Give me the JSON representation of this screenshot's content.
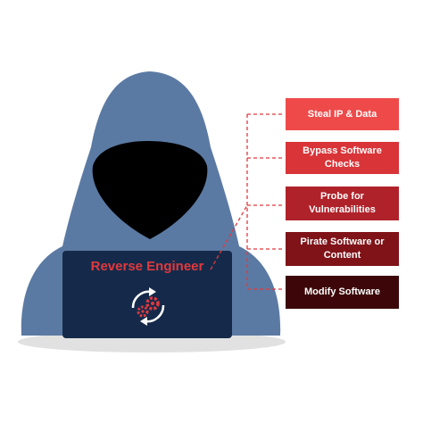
{
  "laptop": {
    "title": "Reverse Engineer",
    "icon": "gears-cycle-icon"
  },
  "actions": [
    {
      "label": "Steal IP & Data",
      "color": "#ef4a4a"
    },
    {
      "label": "Bypass Software Checks",
      "color": "#d93438"
    },
    {
      "label": "Probe for Vulnerabilities",
      "color": "#b0222a"
    },
    {
      "label": "Pirate Software or Content",
      "color": "#7f1318"
    },
    {
      "label": "Modify Software",
      "color": "#3d0709"
    }
  ],
  "colors": {
    "hood": "#5b7aa3",
    "face": "#000000",
    "laptop": "#152a4a",
    "shadow": "#e1e1e1",
    "connector": "#e0393e"
  }
}
